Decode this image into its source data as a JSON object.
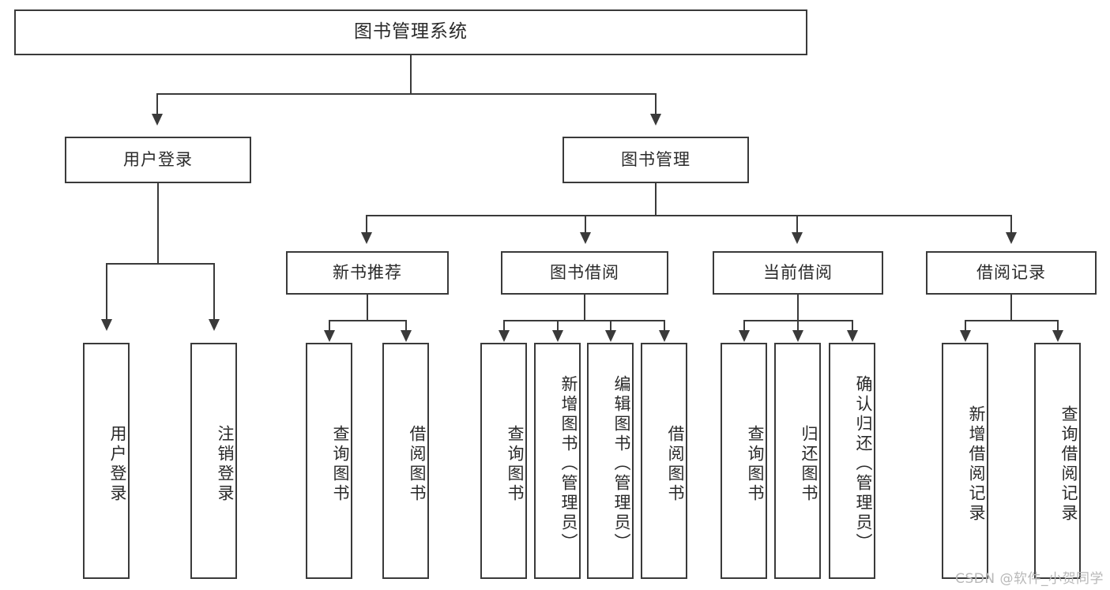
{
  "diagram": {
    "title": "图书管理系统",
    "type": "tree",
    "watermark": "CSDN @软件_小贺同学",
    "colors": {
      "box_border": "#3a3a3a",
      "box_fill": "#ffffff",
      "text": "#2a2a2a",
      "connector": "#3a3a3a",
      "watermark": "#b8b8b8",
      "background": "#ffffff"
    },
    "root": {
      "label": "图书管理系统"
    },
    "level1": [
      {
        "label": "用户登录"
      },
      {
        "label": "图书管理"
      }
    ],
    "level2": [
      {
        "label": "新书推荐"
      },
      {
        "label": "图书借阅"
      },
      {
        "label": "当前借阅"
      },
      {
        "label": "借阅记录"
      }
    ],
    "leaves": {
      "user_login": [
        {
          "label": "用户登录"
        },
        {
          "label": "注销登录"
        }
      ],
      "new_book_recommend": [
        {
          "label": "查询图书"
        },
        {
          "label": "借阅图书"
        }
      ],
      "book_borrow": [
        {
          "label": "查询图书"
        },
        {
          "label": "新增图书（管理员）"
        },
        {
          "label": "编辑图书（管理员）"
        },
        {
          "label": "借阅图书"
        }
      ],
      "current_borrow": [
        {
          "label": "查询图书"
        },
        {
          "label": "归还图书"
        },
        {
          "label": "确认归还（管理员）"
        }
      ],
      "borrow_record": [
        {
          "label": "新增借阅记录"
        },
        {
          "label": "查询借阅记录"
        }
      ]
    }
  }
}
